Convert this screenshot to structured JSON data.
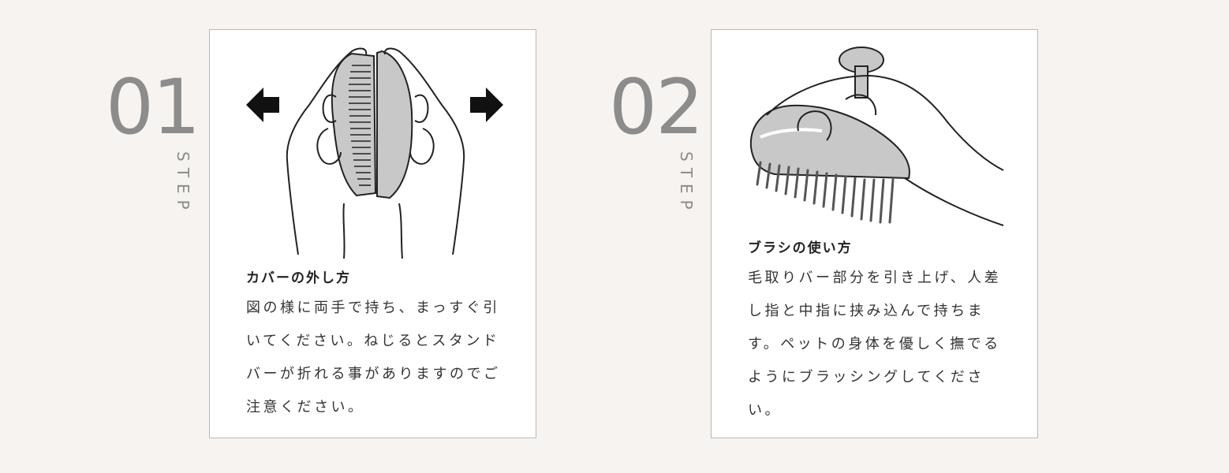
{
  "steps": [
    {
      "number": "01",
      "label": "STEP",
      "title": "カバーの外し方",
      "body": "図の様に両手で持ち、まっすぐ引いてください。ねじるとスタンドバーが折れる事がありますのでご注意ください。"
    },
    {
      "number": "02",
      "label": "STEP",
      "title": "ブラシの使い方",
      "body": "毛取りバー部分を引き上げ、人差し指と中指に挟み込んで持ちます。ペットの身体を優しく撫でるようにブラッシングしてください。"
    }
  ],
  "colors": {
    "background": "#f6f3f0",
    "step_number": "#8c8c8c",
    "card_border": "#b9b9b9",
    "brush_gray": "#c8c8c8"
  }
}
